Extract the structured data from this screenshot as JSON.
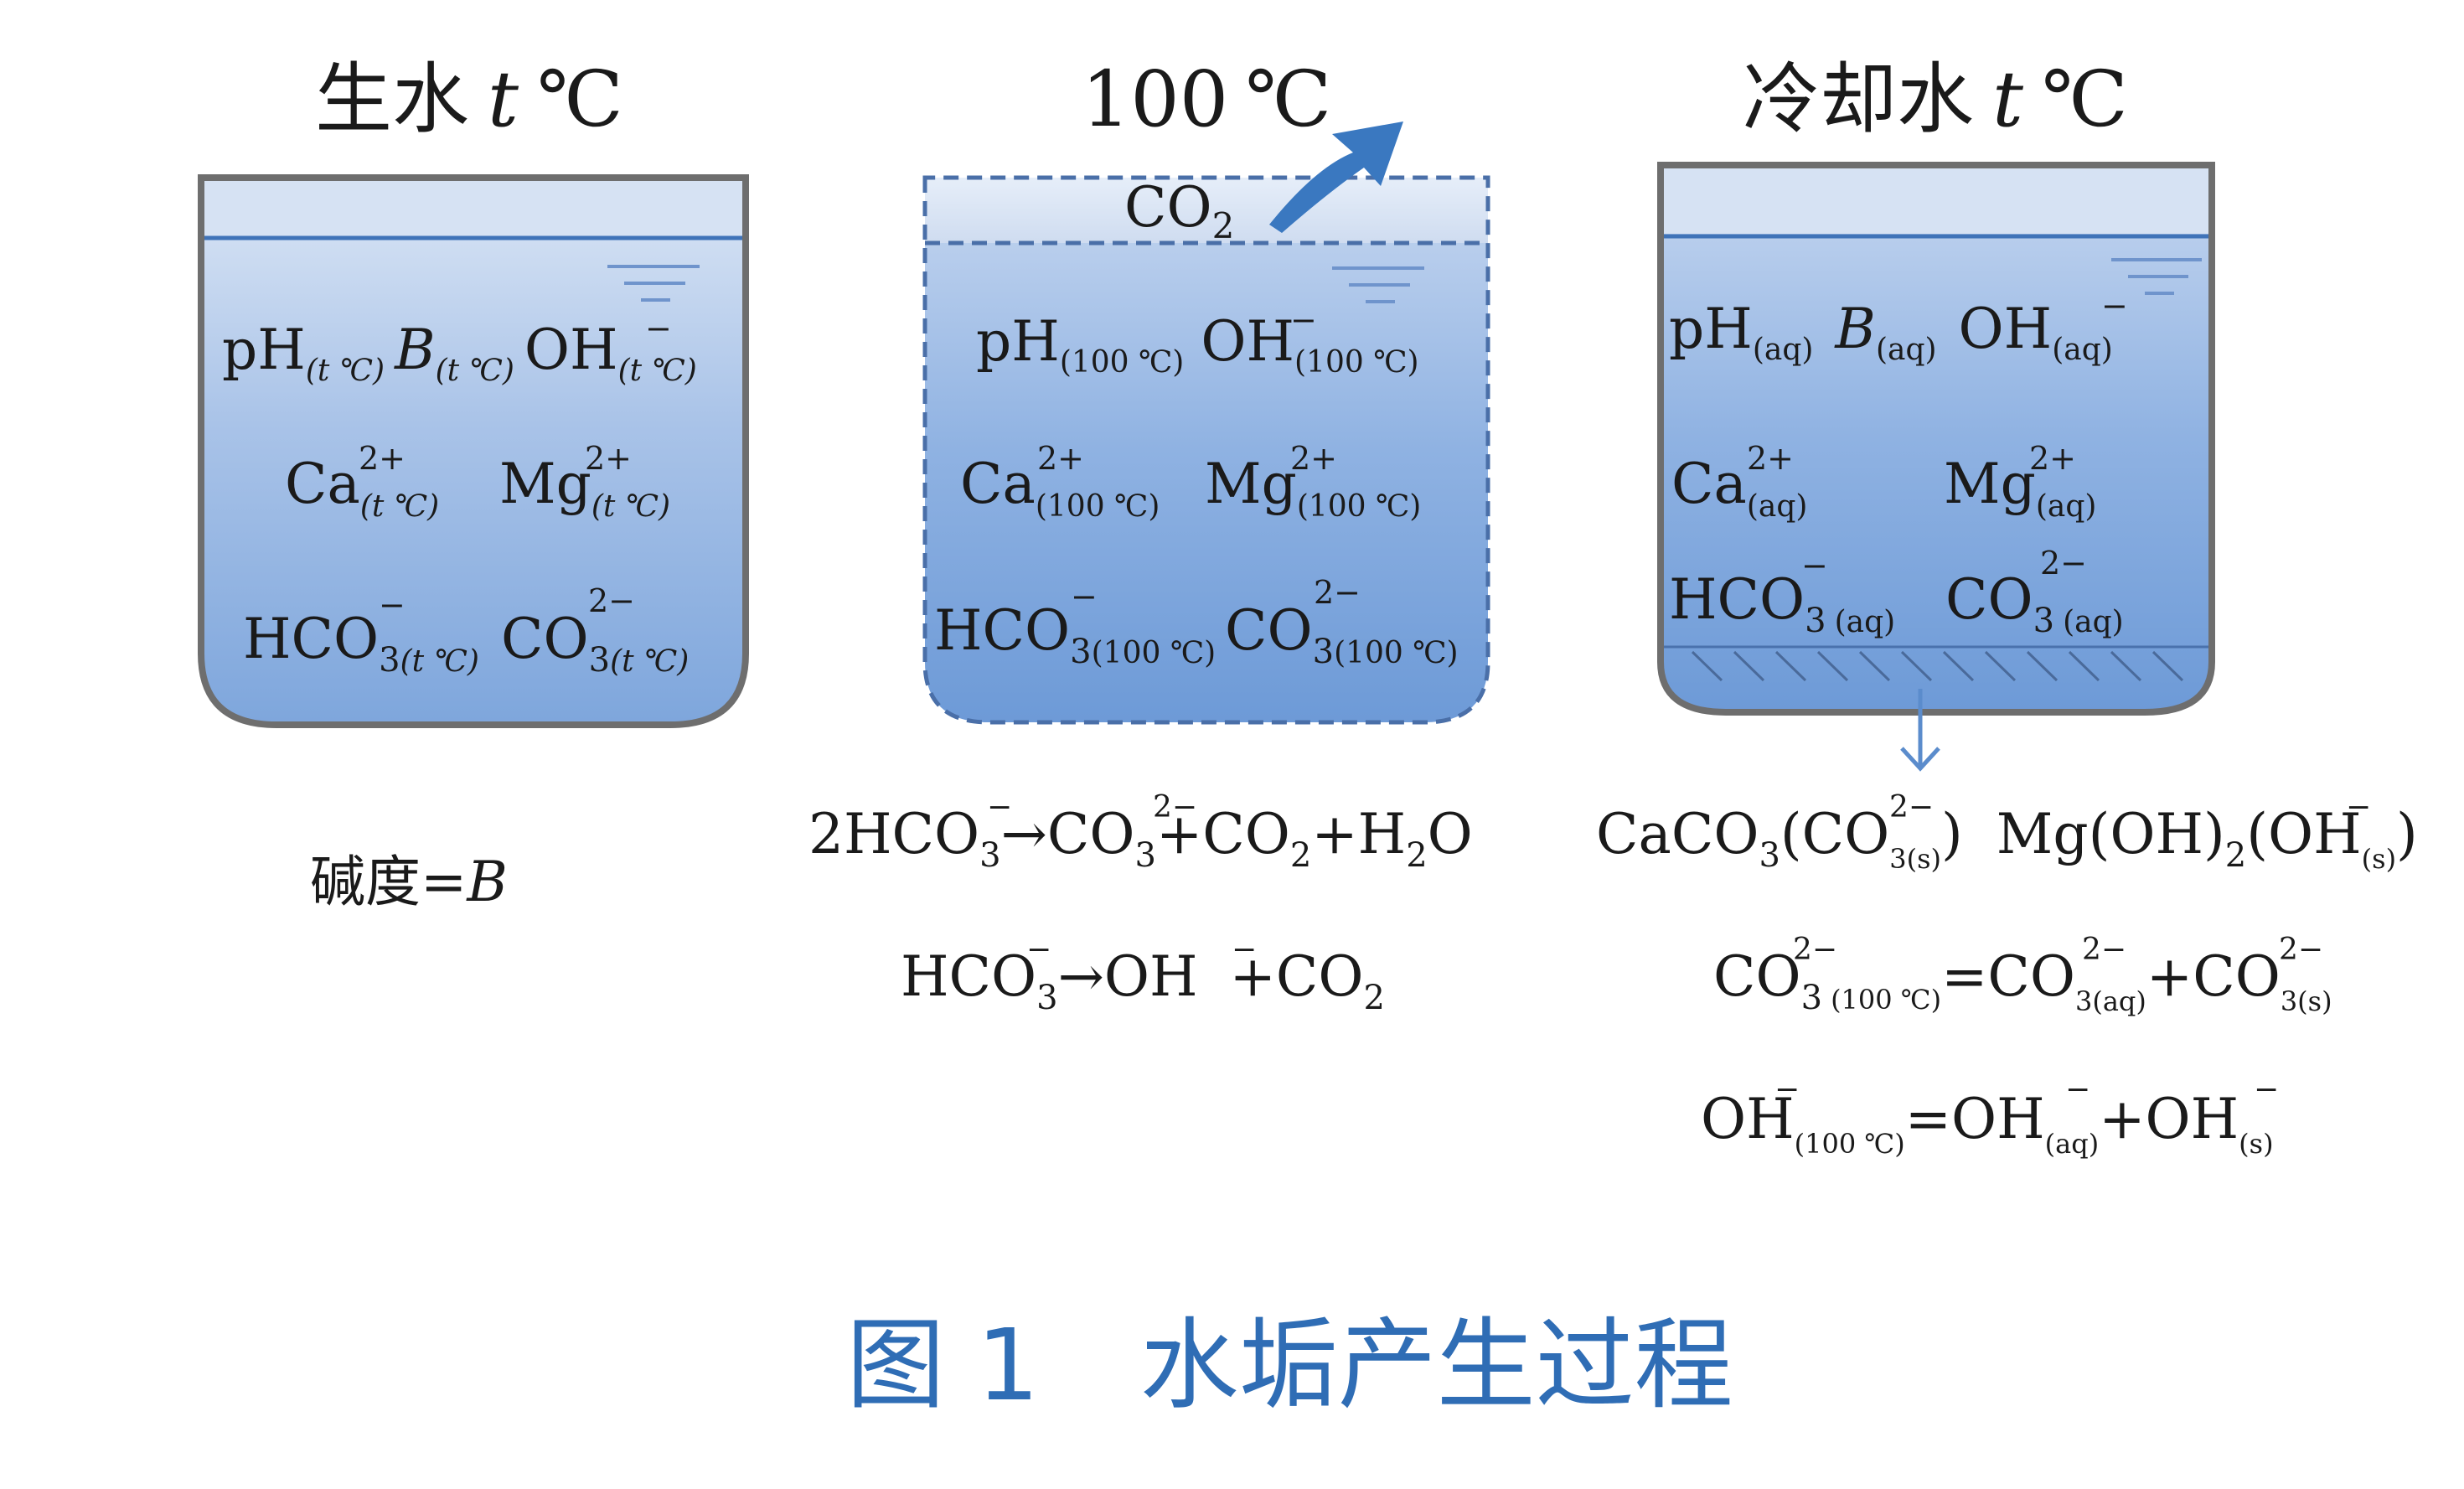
{
  "containers": [
    {
      "title_pre": "生水",
      "title_var": "t",
      "title_unit": "℃"
    },
    {
      "title_pre": "100",
      "title_var": "",
      "title_unit": "℃",
      "gas": "CO",
      "gas_sub": "2"
    },
    {
      "title_pre": "冷却水",
      "title_var": "t",
      "title_unit": "℃"
    }
  ],
  "labels": {
    "ph": "pH",
    "b": "B",
    "oh": "OH",
    "ca": "Ca",
    "mg": "Mg",
    "hco": "HCO",
    "co": "CO",
    "cond_t": "(t ℃)",
    "cond_t_var": "t",
    "cond_100": "(100 ℃)",
    "cond_aq": "(aq)",
    "sub3": "3",
    "sup_minus": "−",
    "sup_2plus": "2+",
    "sup_2minus": "2−"
  },
  "alkalinity": {
    "pre": "碱度=",
    "var": "B"
  },
  "eq100": {
    "line1": {
      "a": "2HCO",
      "b": "→CO",
      "c": "+CO",
      "d": "+H",
      "e": "O"
    },
    "line2": {
      "a": "HCO",
      "b": "→OH",
      "c": "+CO"
    }
  },
  "eqcool": {
    "line1": {
      "a": "CaCO",
      "b": "(CO",
      "c": ")",
      "d": "Mg(OH)",
      "e": "(OH",
      "f": ")",
      "s3s": "3(s)",
      "s": "(s)",
      "sub2": "2"
    },
    "line2": {
      "a": "CO",
      "b": "=CO",
      "c": "+CO",
      "s100": "(100 ℃)",
      "s3aq": "3(aq)",
      "s3s": "3(s)"
    },
    "line3": {
      "a": "OH",
      "b": "=OH",
      "c": "+OH",
      "s100": "(100 ℃)",
      "saq": "(aq)",
      "ss": "(s)"
    }
  },
  "caption": {
    "fig": "图 1",
    "title": "水垢产生过程"
  },
  "colors": {
    "water_light": "#c9d9f0",
    "water_deep": "#7fa6dc",
    "container_border": "#6e6e6e",
    "arrow": "#3a78c0",
    "caption": "#2f6db5"
  }
}
